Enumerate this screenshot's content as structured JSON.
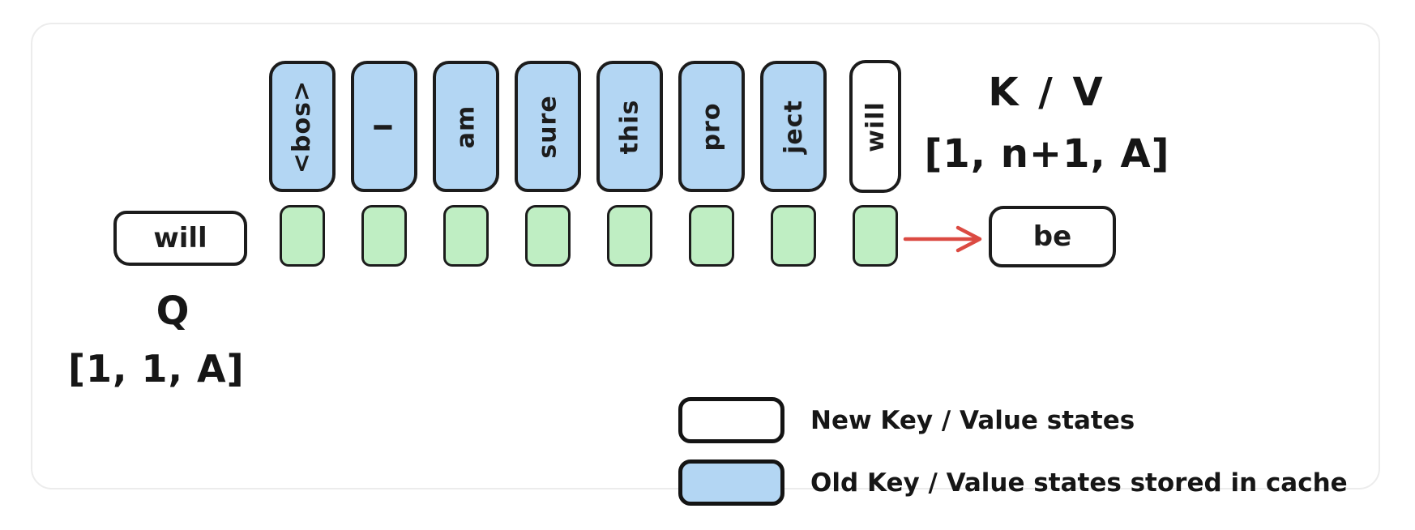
{
  "palette": {
    "cached_fill": "#b3d6f3",
    "new_fill": "#ffffff",
    "attention_fill": "#bfeec3",
    "arrow": "#db4a42",
    "ink": "#1c1c1c",
    "card_border": "#ececec"
  },
  "kv_row": {
    "tokens": [
      {
        "label": "<bos>",
        "state": "cached"
      },
      {
        "label": "I",
        "state": "cached"
      },
      {
        "label": "am",
        "state": "cached"
      },
      {
        "label": "sure",
        "state": "cached"
      },
      {
        "label": "this",
        "state": "cached"
      },
      {
        "label": "pro",
        "state": "cached"
      },
      {
        "label": "ject",
        "state": "cached"
      },
      {
        "label": "will",
        "state": "new"
      }
    ],
    "tensor_name": "K / V",
    "tensor_shape": "[1, n+1, A]"
  },
  "query_row": {
    "input_token": "will",
    "attention_cells": [
      1,
      2,
      3,
      4,
      5,
      6,
      7,
      8
    ],
    "output_token": "be",
    "tensor_name": "Q",
    "tensor_shape": "[1, 1, A]"
  },
  "legend": {
    "items": [
      {
        "swatch": "new",
        "label": "New Key / Value states"
      },
      {
        "swatch": "cached",
        "label": "Old Key / Value states stored in cache"
      }
    ]
  }
}
